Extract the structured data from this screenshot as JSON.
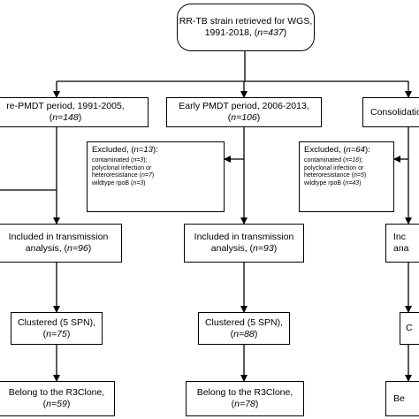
{
  "root": {
    "line1": "RR-TB strain retrieved for WGS,",
    "line2_pre": "1991-2018, (",
    "n": "n=437",
    "line2_post": ")"
  },
  "columns": [
    {
      "period": {
        "line1": "re-PMDT period, 1991-2005,",
        "line2_pre": "(",
        "n": "n=148",
        "line2_post": ")"
      },
      "transmission": {
        "line1": "Included in transmission",
        "line2_pre": "analysis, (",
        "n": "n=96",
        "line2_post": ")"
      },
      "clustered": {
        "line1": "Clustered (5 SPN),",
        "line2_pre": "(",
        "n": "n=75",
        "line2_post": ")"
      },
      "r3clone": {
        "line1": "Belong to the R3Clone,",
        "line2_pre": "(",
        "n": "n=59",
        "line2_post": ")"
      }
    },
    {
      "period": {
        "line1": "Early PMDT period, 2006-2013,",
        "line2_pre": "(",
        "n": "n=106",
        "line2_post": ")"
      },
      "excluded": {
        "title_pre": "Excluded, (",
        "title_n": "n=13",
        "title_post": "):",
        "r1_pre": "contaminated (",
        "r1_n": "n=3",
        "r1_post": ");",
        "r2": "polyclonal infection or",
        "r3_pre": "heteroresistance (",
        "r3_n": "n=7",
        "r3_post": ")",
        "r4_pre": "wildtype rpoB (",
        "r4_n": "n=3",
        "r4_post": ")"
      },
      "transmission": {
        "line1": "Included in transmission",
        "line2_pre": "analysis, (",
        "n": "n=93",
        "line2_post": ")"
      },
      "clustered": {
        "line1": "Clustered (5 SPN),",
        "line2_pre": "(",
        "n": "n=88",
        "line2_post": ")"
      },
      "r3clone": {
        "line1": "Belong to the R3Clone,",
        "line2_pre": "(",
        "n": "n=78",
        "line2_post": ")"
      }
    },
    {
      "period": {
        "line1": "Consolidatio"
      },
      "excluded": {
        "title_pre": "Excluded, (",
        "title_n": "n=64",
        "title_post": "):",
        "r1_pre": "contaminated (",
        "r1_n": "n=16",
        "r1_post": ");",
        "r2": "polyclonal infection or",
        "r3_pre": "heteroresistance (",
        "r3_n": "n=5",
        "r3_post": ")",
        "r4_pre": "wildtype rpoB (",
        "r4_n": "n=43",
        "r4_post": ")"
      },
      "transmission": {
        "line1": "Inc",
        "line2_pre": "ana"
      },
      "clustered": {
        "line1": "C"
      },
      "r3clone": {
        "line1": "Be"
      }
    }
  ]
}
